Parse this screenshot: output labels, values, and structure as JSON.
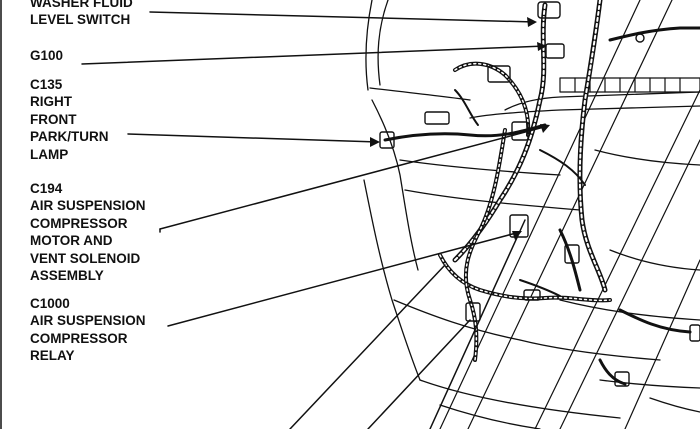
{
  "callouts": [
    {
      "id": "washer-fluid-level-switch",
      "lines": [
        "WASHER FLUID",
        "LEVEL SWITCH"
      ]
    },
    {
      "id": "g100",
      "lines": [
        "G100"
      ]
    },
    {
      "id": "c135",
      "lines": [
        "C135",
        "RIGHT",
        "FRONT",
        "PARK/TURN",
        "LAMP"
      ]
    },
    {
      "id": "c194",
      "lines": [
        "C194",
        "AIR SUSPENSION",
        "COMPRESSOR",
        "MOTOR AND",
        "VENT SOLENOID",
        "ASSEMBLY"
      ]
    },
    {
      "id": "c1000",
      "lines": [
        "C1000",
        "AIR SUSPENSION",
        "COMPRESSOR",
        "RELAY"
      ]
    }
  ]
}
